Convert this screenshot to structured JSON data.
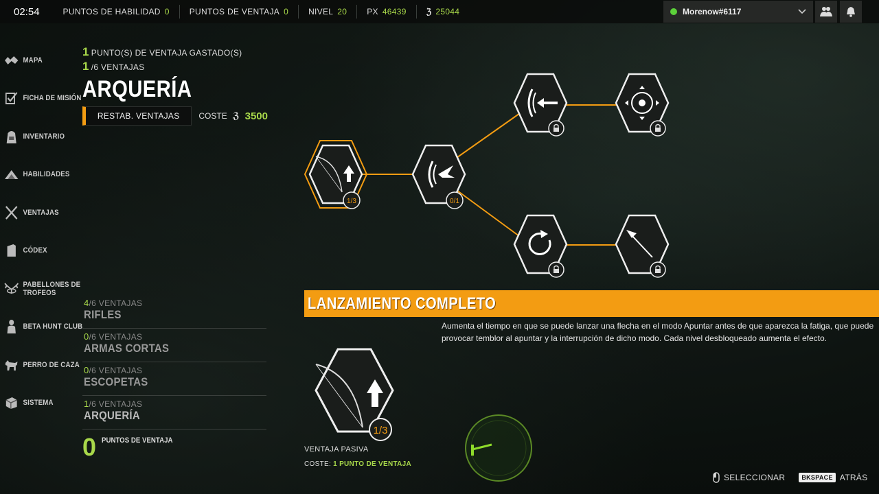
{
  "topbar": {
    "clock": "02:54",
    "skill_points_label": "PUNTOS DE HABILIDAD",
    "skill_points_value": "0",
    "perk_points_label": "PUNTOS DE VENTAJA",
    "perk_points_value": "0",
    "level_label": "NIVEL",
    "level_value": "20",
    "xp_label": "PX",
    "xp_value": "46439",
    "currency_symbol": "ℨ",
    "currency_value": "25044"
  },
  "player": {
    "name": "Morenow#6117",
    "status_color": "#5cd13a"
  },
  "sidebar": {
    "items": [
      {
        "label": "MAPA",
        "icon": "map-icon"
      },
      {
        "label": "FICHA DE MISIÓN",
        "icon": "checklist-icon"
      },
      {
        "label": "INVENTARIO",
        "icon": "backpack-icon"
      },
      {
        "label": "HABILIDADES",
        "icon": "mountain-icon"
      },
      {
        "label": "VENTAJAS",
        "icon": "crossed-rifles-icon"
      },
      {
        "label": "CÓDEX",
        "icon": "book-icon"
      },
      {
        "label": "PABELLONES DE",
        "label2": "TROFEOS",
        "icon": "antlers-icon"
      },
      {
        "label": "BETA HUNT CLUB",
        "icon": "hunter-icon"
      },
      {
        "label": "PERRO DE CAZA",
        "icon": "dog-icon"
      },
      {
        "label": "SISTEMA",
        "icon": "system-icon"
      }
    ]
  },
  "category": {
    "spent_num": "1",
    "spent_label": "PUNTO(S) DE VENTAJA GASTADO(S)",
    "ventajas_num": "1",
    "ventajas_label": "/6  VENTAJAS",
    "title": "ARQUERÍA",
    "reset_label": "RESTAB. VENTAJAS",
    "cost_label": "COSTE",
    "cost_symbol": "ℨ",
    "cost_value": "3500"
  },
  "category_list": [
    {
      "num": "4",
      "rest": "/6  VENTAJAS",
      "name": "RIFLES"
    },
    {
      "num": "0",
      "rest": "/6  VENTAJAS",
      "name": "ARMAS CORTAS"
    },
    {
      "num": "0",
      "rest": "/6  VENTAJAS",
      "name": "ESCOPETAS"
    },
    {
      "num": "1",
      "rest": "/6  VENTAJAS",
      "name": "ARQUERÍA"
    }
  ],
  "points": {
    "value": "0",
    "label": "PUNTOS DE VENTAJA"
  },
  "tree": {
    "nodes": [
      {
        "name": "perk-node-full-draw",
        "icon": "bow-arrow-up-icon",
        "badge": "1/3",
        "selected": true
      },
      {
        "name": "perk-node-draw-speed",
        "icon": "fan-burst-icon",
        "badge": "0/1"
      },
      {
        "name": "perk-node-arrow-return",
        "icon": "arrow-left-arc-icon",
        "locked": true
      },
      {
        "name": "perk-node-target",
        "icon": "crosshair-icon",
        "locked": true
      },
      {
        "name": "perk-node-reload",
        "icon": "circular-arrow-icon",
        "locked": true
      },
      {
        "name": "perk-node-broadhead",
        "icon": "arrowhead-icon",
        "locked": true
      }
    ],
    "accent": "#f39c12"
  },
  "detail": {
    "title": "LANZAMIENTO COMPLETO",
    "description": "Aumenta el tiempo en que se puede lanzar una flecha en el modo Apuntar antes de que aparezca la fatiga, que puede provocar temblor al apuntar y la interrupción de dicho modo. Cada nivel desbloqueado aumenta el efecto.",
    "badge": "1/3",
    "type": "VENTAJA PASIVA",
    "cost_label": "COSTE:",
    "cost_value": "1 PUNTO DE VENTAJA"
  },
  "hints": {
    "select_label": "SELECCIONAR",
    "back_key": "BKSPACE",
    "back_label": "ATRÁS"
  }
}
